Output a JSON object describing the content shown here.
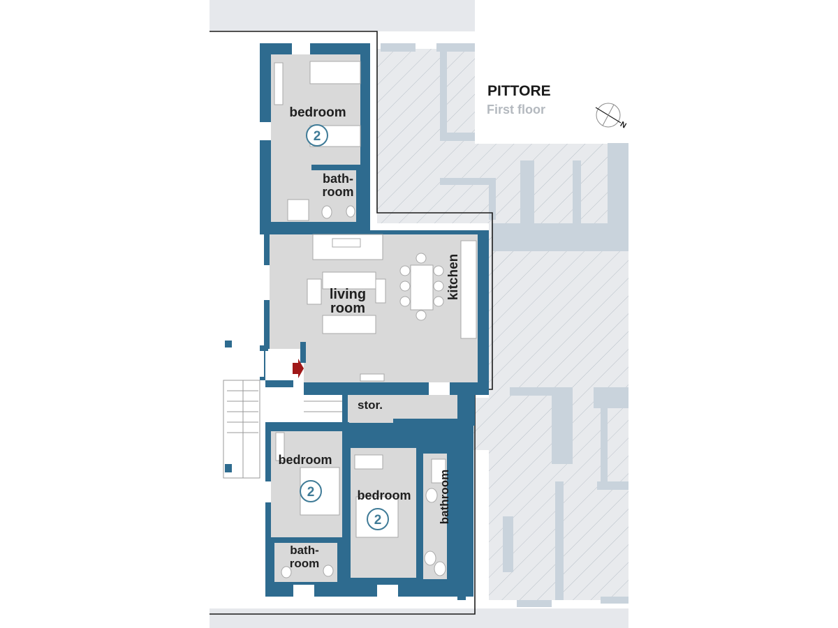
{
  "title": "PITTORE",
  "subtitle": "First floor",
  "compass_letter": "N",
  "colors": {
    "wall": "#2e6b8f",
    "room": "#d9d9d9",
    "context": "#e6e8ec",
    "context_wall": "#c9d3dc",
    "hatch": "#aab3bc",
    "badge": "#3f7b97",
    "entrance_arrow": "#a01818"
  },
  "rooms": {
    "bedroom_top": {
      "label": "bedroom",
      "beds": "2"
    },
    "bathroom_top": {
      "line1": "bath-",
      "line2": "room"
    },
    "living_room": {
      "line1": "living",
      "line2": "room"
    },
    "kitchen": {
      "label": "kitchen"
    },
    "storage": {
      "label": "stor."
    },
    "bedroom_bottom_left": {
      "label": "bedroom",
      "beds": "2"
    },
    "bedroom_bottom_right": {
      "label": "bedroom",
      "beds": "2"
    },
    "bathroom_long": {
      "label": "bathroom"
    },
    "bathroom_small": {
      "line1": "bath-",
      "line2": "room"
    }
  },
  "icons": [
    "compass-icon",
    "entrance-arrow-icon",
    "bed-icon",
    "sofa-icon",
    "dining-table-icon",
    "toilet-icon"
  ]
}
